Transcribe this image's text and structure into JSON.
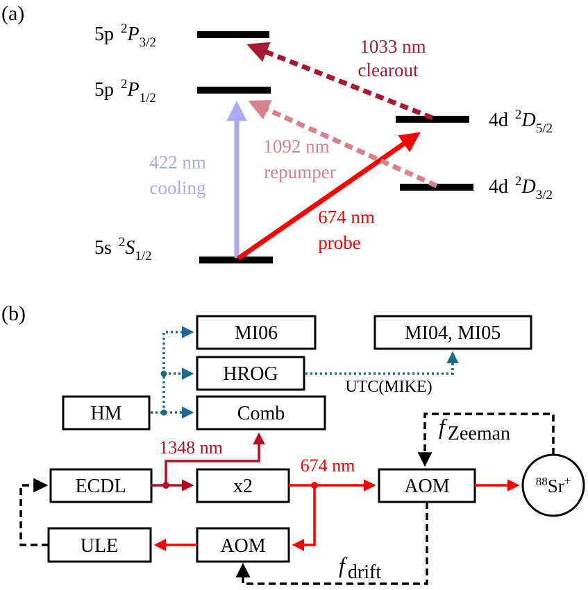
{
  "colors": {
    "level": "#000000",
    "cooling": "#a9a9f5",
    "probe": "#ff0000",
    "repumper": "#d9808b",
    "clearout": "#a6192e",
    "dark_red": "#b01020",
    "fiber_blue": "#1c6b8c",
    "control_black": "#000000"
  },
  "panel_a": {
    "label": "(a)",
    "levels": {
      "p32": {
        "orbital": "5p",
        "mult": "2",
        "term": "P",
        "j": "3/2"
      },
      "p12": {
        "orbital": "5p",
        "mult": "2",
        "term": "P",
        "j": "1/2"
      },
      "s12": {
        "orbital": "5s",
        "mult": "2",
        "term": "S",
        "j": "1/2"
      },
      "d52": {
        "orbital": "4d",
        "mult": "2",
        "term": "D",
        "j": "5/2"
      },
      "d32": {
        "orbital": "4d",
        "mult": "2",
        "term": "D",
        "j": "3/2"
      }
    },
    "transitions": {
      "cooling": {
        "line1": "422 nm",
        "line2": "cooling"
      },
      "probe": {
        "line1": "674 nm",
        "line2": "probe"
      },
      "repumper": {
        "line1": "1092 nm",
        "line2": "repumper"
      },
      "clearout": {
        "line1": "1033 nm",
        "line2": "clearout"
      }
    }
  },
  "panel_b": {
    "label": "(b)",
    "boxes": {
      "mi06": "MI06",
      "hrog": "HROG",
      "comb": "Comb",
      "hm": "HM",
      "mi0405": "MI04, MI05",
      "ecdl": "ECDL",
      "x2": "x2",
      "aom_main": "AOM",
      "ule": "ULE",
      "aom_lower": "AOM",
      "ion": {
        "mass": "88",
        "element": "Sr",
        "charge": "+"
      }
    },
    "labels": {
      "utc": "UTC(MIKE)",
      "nm1348": "1348 nm",
      "nm674": "674 nm",
      "f_zeeman": {
        "symbol": "f",
        "sub": "Zeeman"
      },
      "f_drift": {
        "symbol": "f",
        "sub": "drift"
      }
    }
  }
}
